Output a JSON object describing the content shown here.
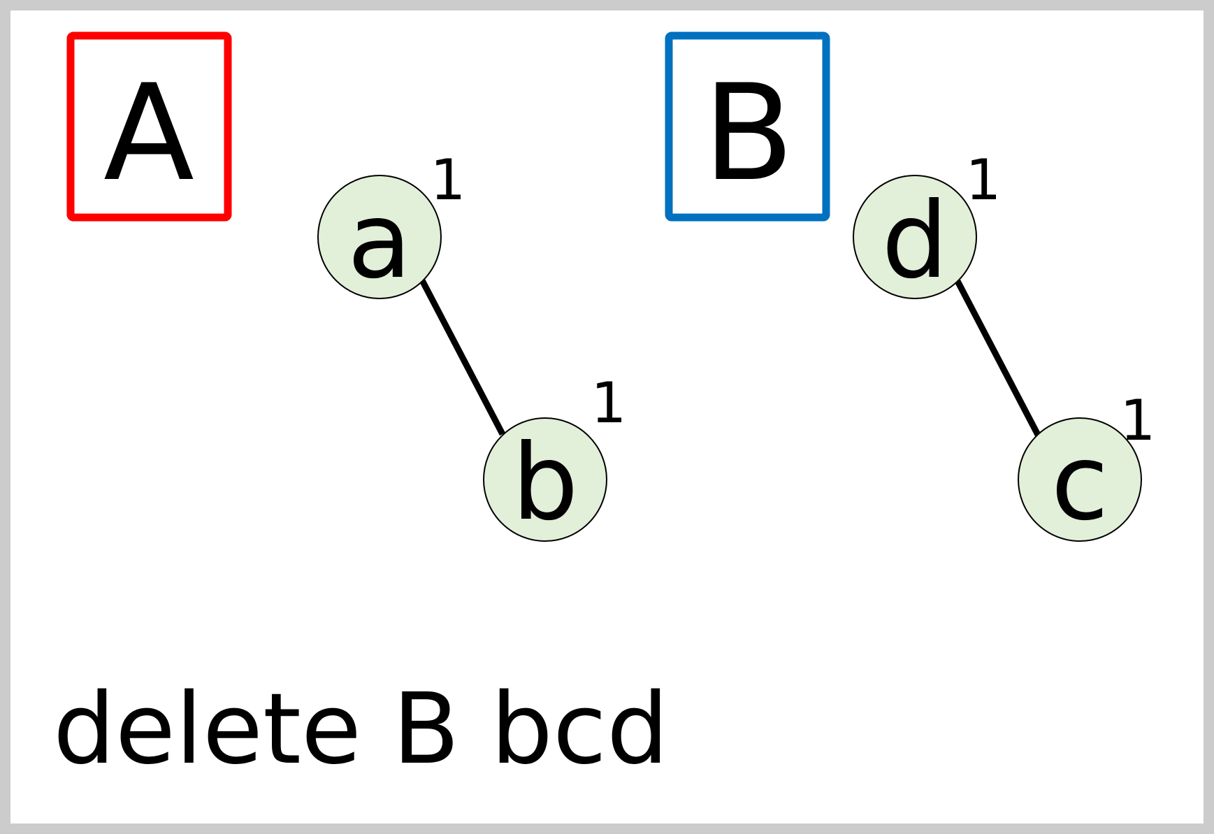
{
  "colors": {
    "frame": "#cccccc",
    "background": "#ffffff",
    "box_a": "#ff0000",
    "box_b": "#0070c0",
    "node_fill": "#e2efd9",
    "node_stroke": "#000000",
    "edge": "#000000"
  },
  "groups": {
    "a": {
      "label": "A"
    },
    "b": {
      "label": "B"
    }
  },
  "nodes": {
    "a": {
      "label": "a",
      "rank": "1"
    },
    "b": {
      "label": "b",
      "rank": "1"
    },
    "d": {
      "label": "d",
      "rank": "1"
    },
    "c": {
      "label": "c",
      "rank": "1"
    }
  },
  "edges": [
    {
      "from": "a",
      "to": "b"
    },
    {
      "from": "d",
      "to": "c"
    }
  ],
  "command": "delete B bcd"
}
